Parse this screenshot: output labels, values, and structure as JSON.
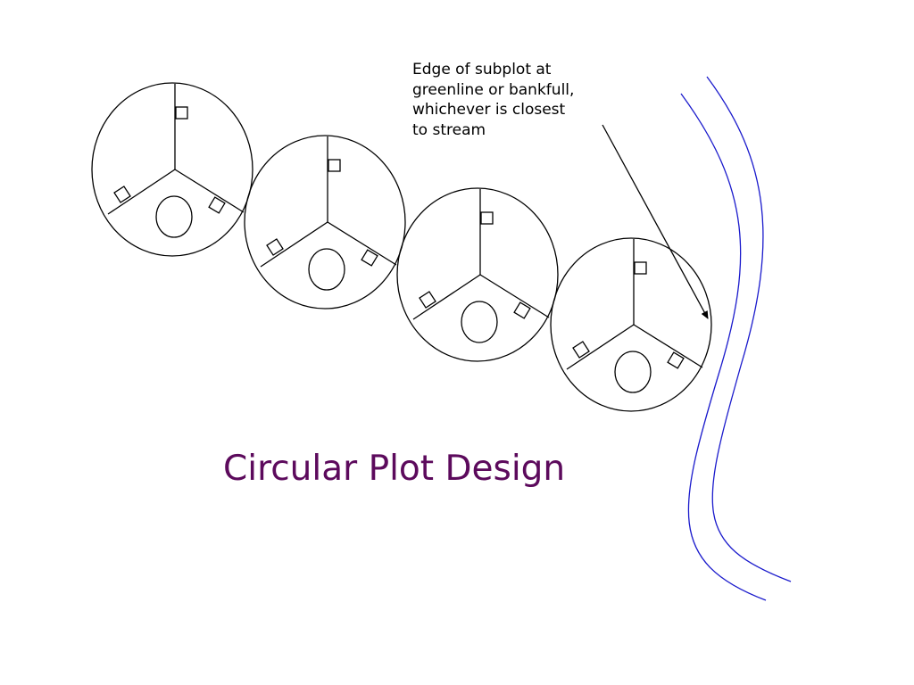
{
  "slide": {
    "title": "Circular Plot Design",
    "annotation_lines": [
      "Edge of subplot at",
      "greenline or bankfull,",
      "whichever is closest",
      "to stream"
    ]
  },
  "diagram": {
    "plot_count": 4,
    "colors": {
      "outline": "#000000",
      "stream": "#1a1acc",
      "title": "#5c0a5c"
    }
  }
}
